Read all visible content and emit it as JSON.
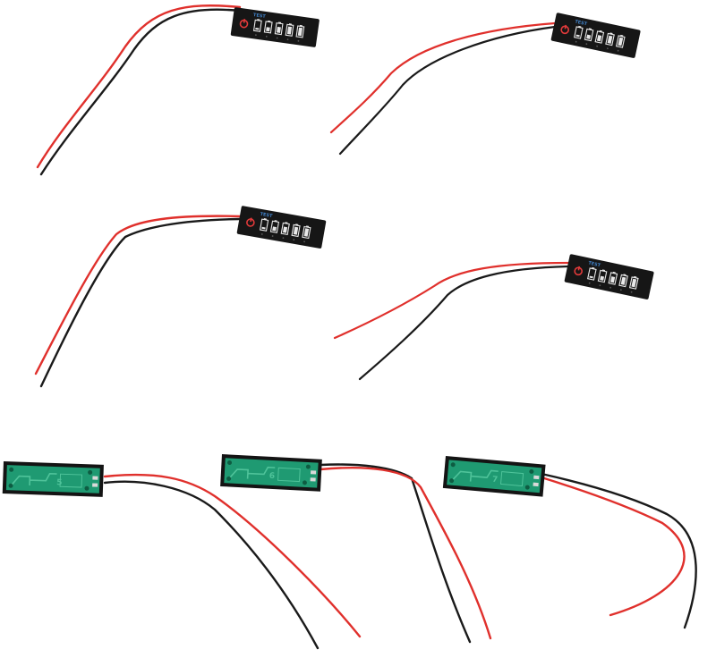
{
  "image": {
    "background": "#ffffff"
  },
  "colors": {
    "red_wire": "#e0302c",
    "black_wire": "#1a1a1a",
    "front_panel": "#161616",
    "panel_text": "#3f7fc4",
    "power_icon": "#e23a3a",
    "battery_icon": "#e8e8e8",
    "pcb_green": "#1f9a72",
    "pcb_frame": "#141414",
    "pcb_trace": "#4fc39a"
  },
  "labels": {
    "test": "TEST",
    "sensor_a": "5",
    "sensor_b": "6",
    "sensor_c": "7"
  }
}
